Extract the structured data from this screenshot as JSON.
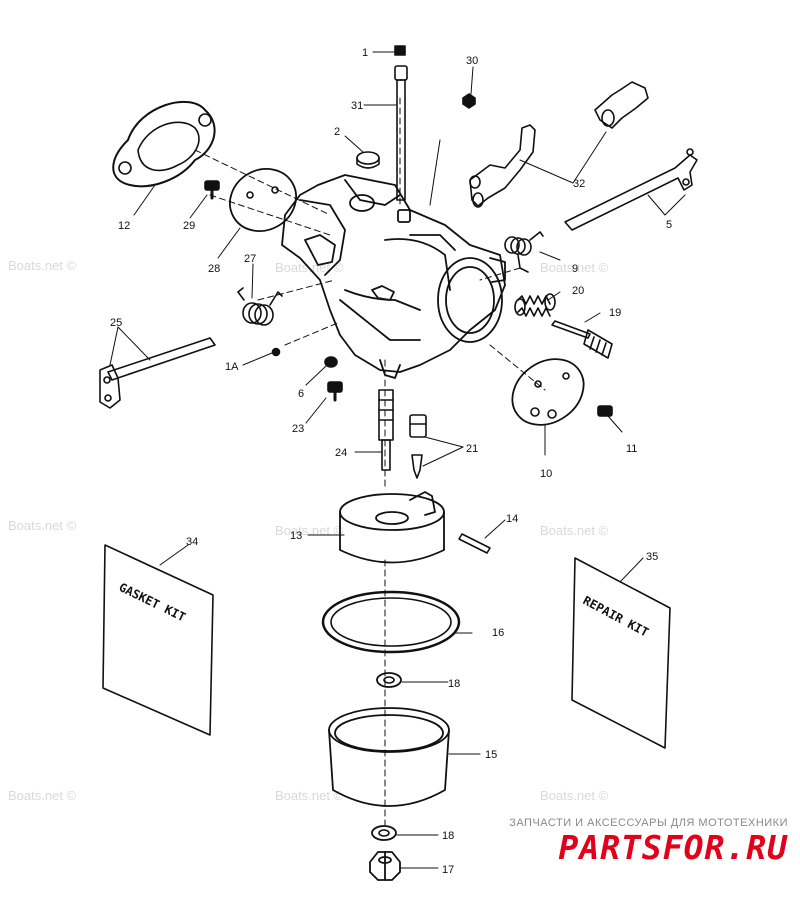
{
  "watermark": "Boats.net ©",
  "kits": {
    "gasket": "GASKET KIT",
    "repair": "REPAIR KIT"
  },
  "callouts": {
    "p1": "1",
    "p1a": "1A",
    "p2": "2",
    "p5": "5",
    "p6": "6",
    "p9": "9",
    "p10": "10",
    "p11": "11",
    "p12": "12",
    "p13": "13",
    "p14": "14",
    "p15": "15",
    "p16": "16",
    "p17": "17",
    "p18a": "18",
    "p18b": "18",
    "p19": "19",
    "p20": "20",
    "p21": "21",
    "p23": "23",
    "p24": "24",
    "p25": "25",
    "p27": "27",
    "p28": "28",
    "p29": "29",
    "p30": "30",
    "p31": "31",
    "p32": "32",
    "p34": "34",
    "p35": "35"
  },
  "banner": {
    "subtitle": "ЗАПЧАСТИ И АКСЕССУАРЫ ДЛЯ МОТОТЕХНИКИ",
    "logo": "PARTSFOR.RU",
    "logo_color": "#e2001a"
  }
}
